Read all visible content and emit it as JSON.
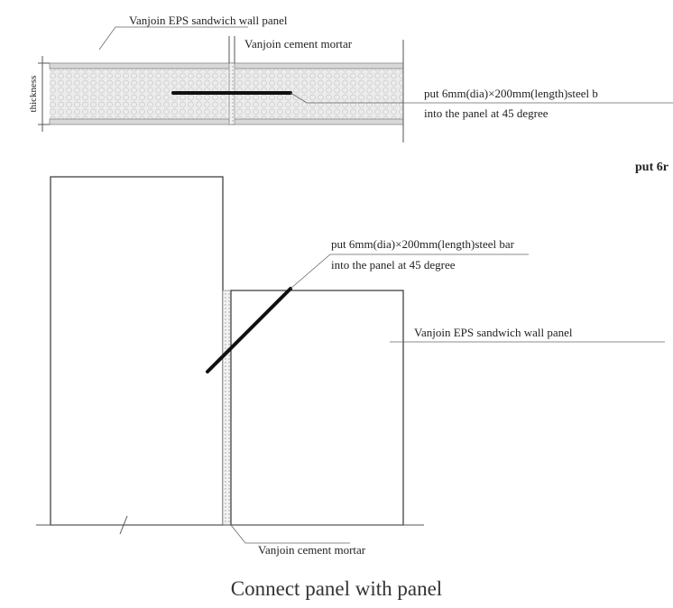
{
  "top_detail": {
    "panel_label": "Vanjoin EPS sandwich wall panel",
    "mortar_label": "Vanjoin cement mortar",
    "thickness_label": "thickness",
    "bar_note_line1": "put 6mm(dia)×200mm(length)steel b",
    "bar_note_line2": "into the panel at 45 degree"
  },
  "side_note": "put 6r",
  "elevation": {
    "bar_note_line1": "put 6mm(dia)×200mm(length)steel bar",
    "bar_note_line2": "into the panel at 45 degree",
    "panel_label": "Vanjoin EPS sandwich wall panel",
    "mortar_label": "Vanjoin cement mortar"
  },
  "caption": "Connect panel with panel"
}
